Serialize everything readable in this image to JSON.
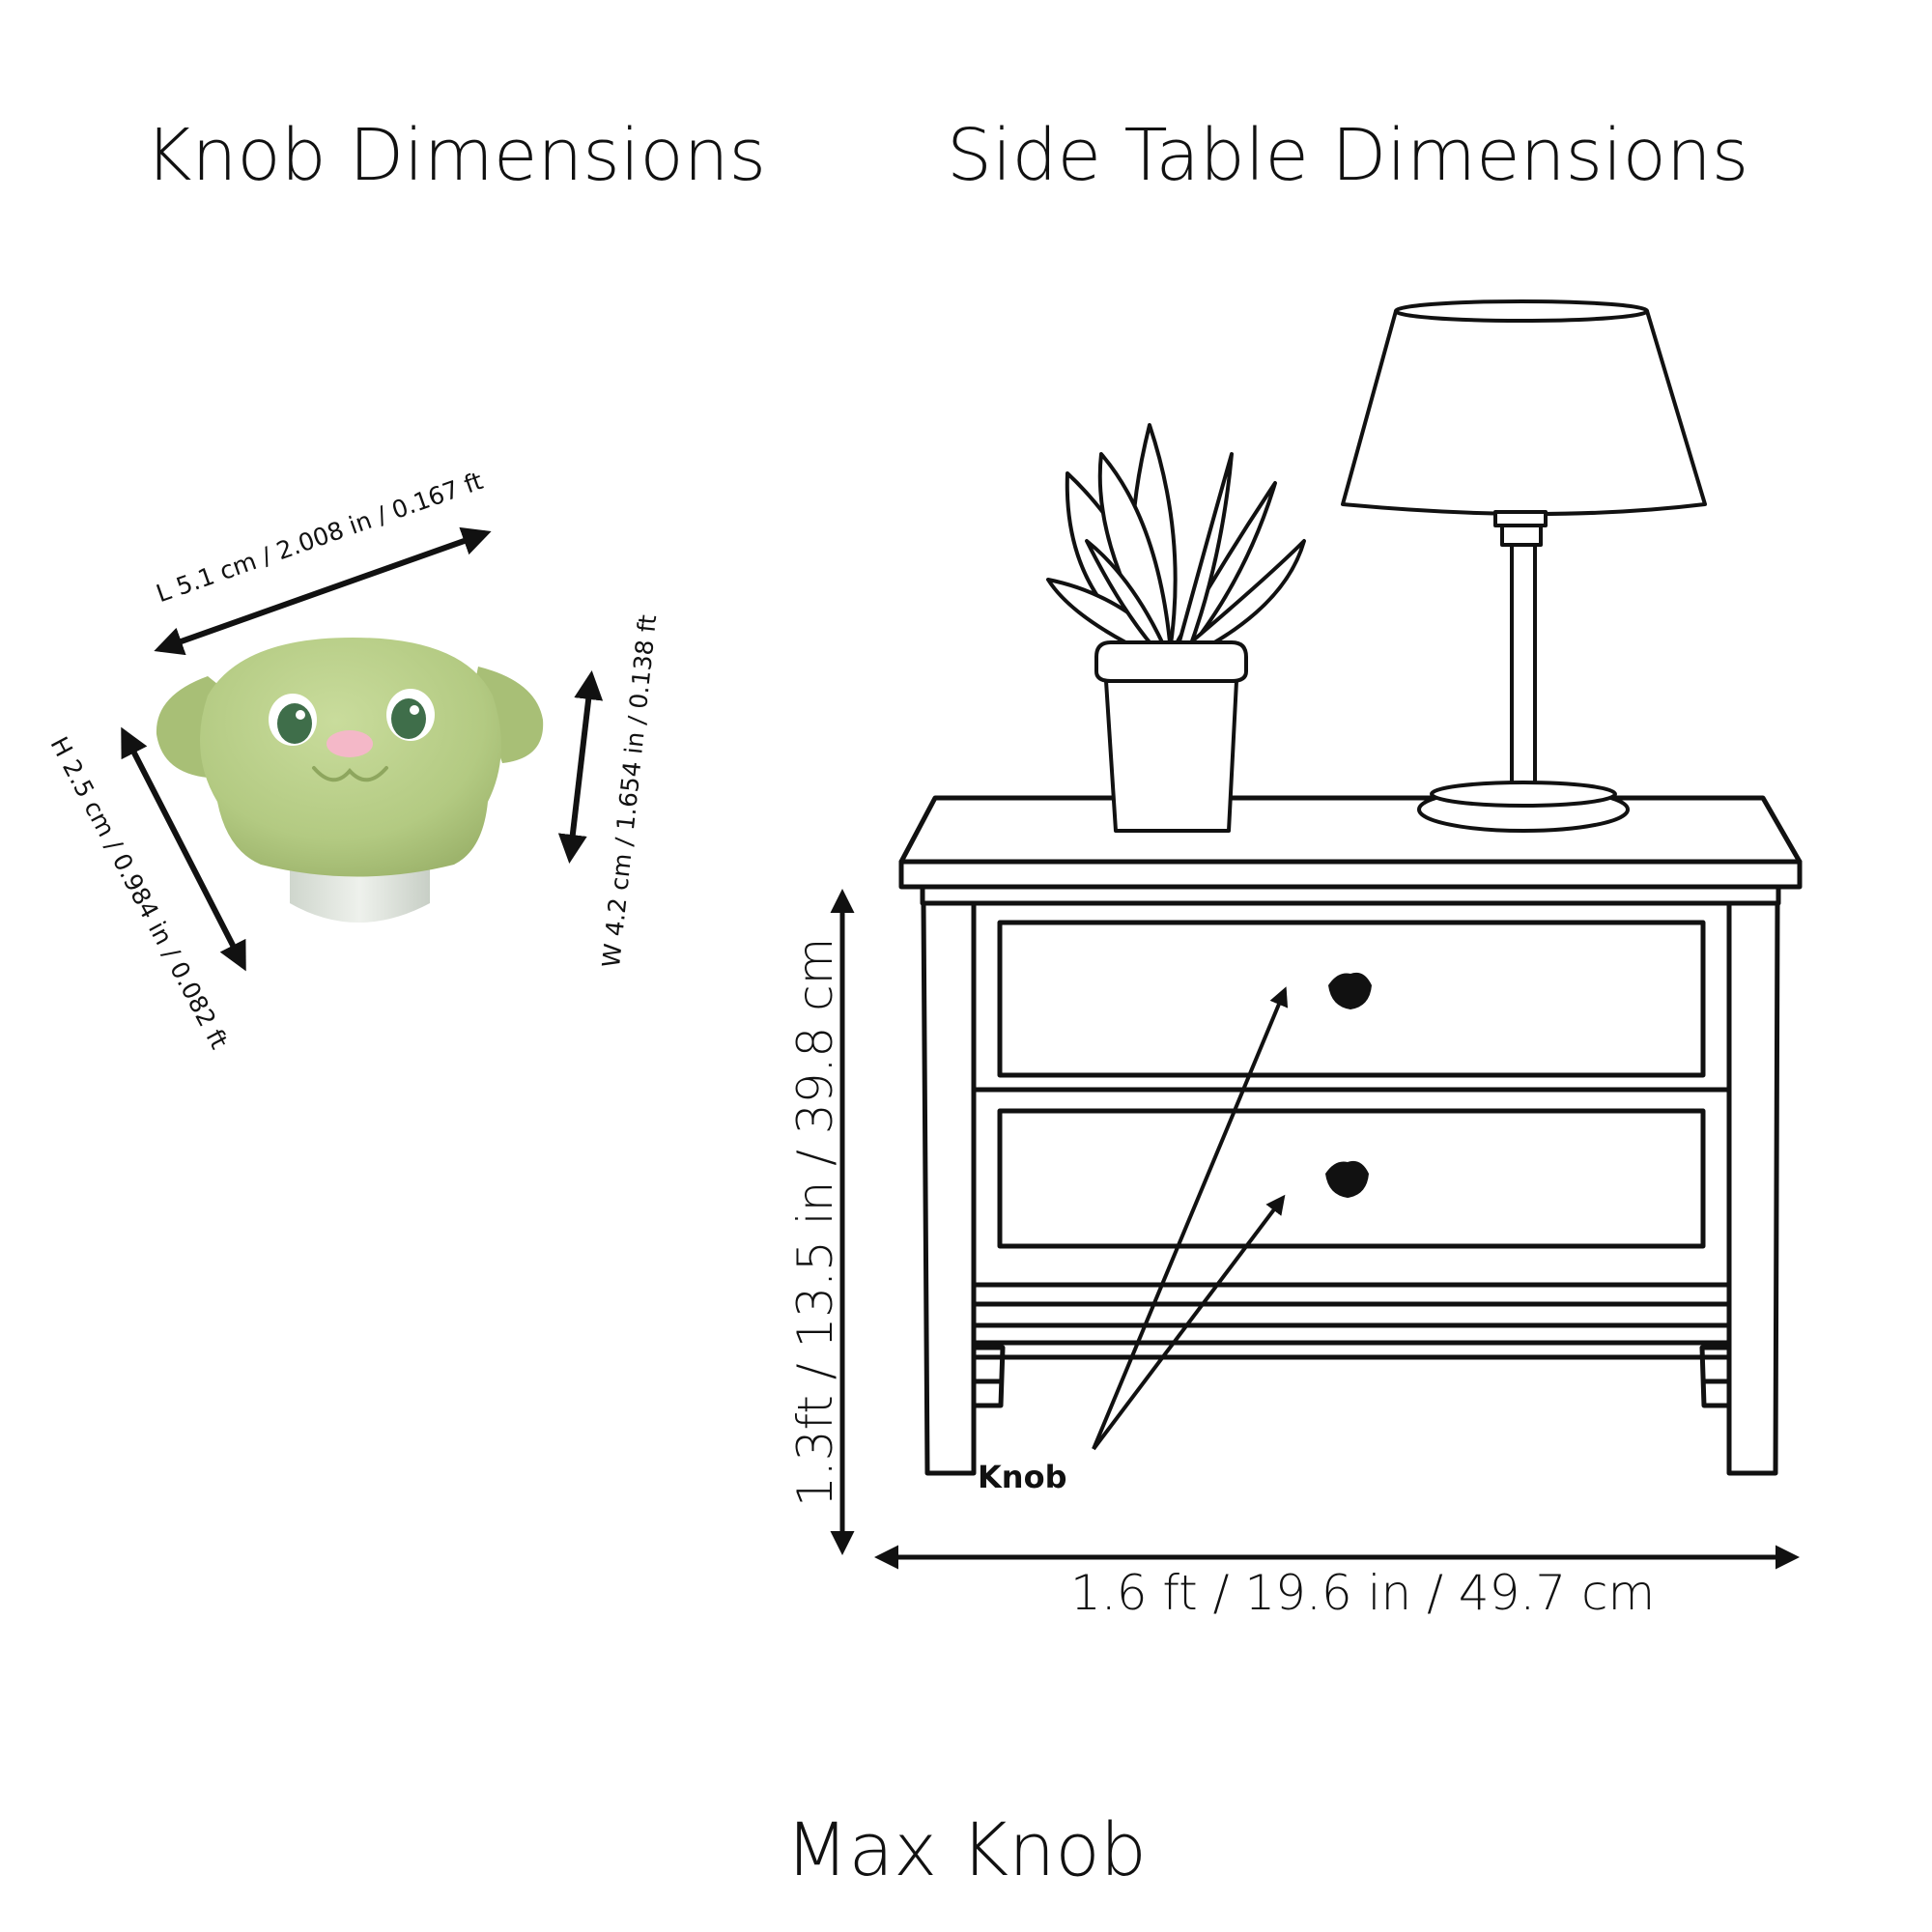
{
  "headings": {
    "knob": "Knob Dimensions",
    "table": "Side Table Dimensions"
  },
  "knob_dimensions": {
    "length": "L 5.1 cm / 2.008 in / 0.167 ft",
    "width": "W 4.2 cm / 1.654 in / 0.138 ft",
    "height": "H 2.5 cm / 0.984 in / 0.082 ft"
  },
  "table_dimensions": {
    "height": "1.3ft / 13.5 in / 39.8 cm",
    "width": "1.6 ft / 19.6 in / 49.7 cm"
  },
  "callout": {
    "label": "Knob"
  },
  "product": {
    "name": "Max Knob"
  },
  "colors": {
    "knob_green": "#b9cf8a",
    "knob_shadow": "#9fb770",
    "knob_base": "#dfe4dc",
    "nose_pink": "#f4b8c8",
    "eye_green": "#3f6e4a",
    "line": "#111111"
  }
}
